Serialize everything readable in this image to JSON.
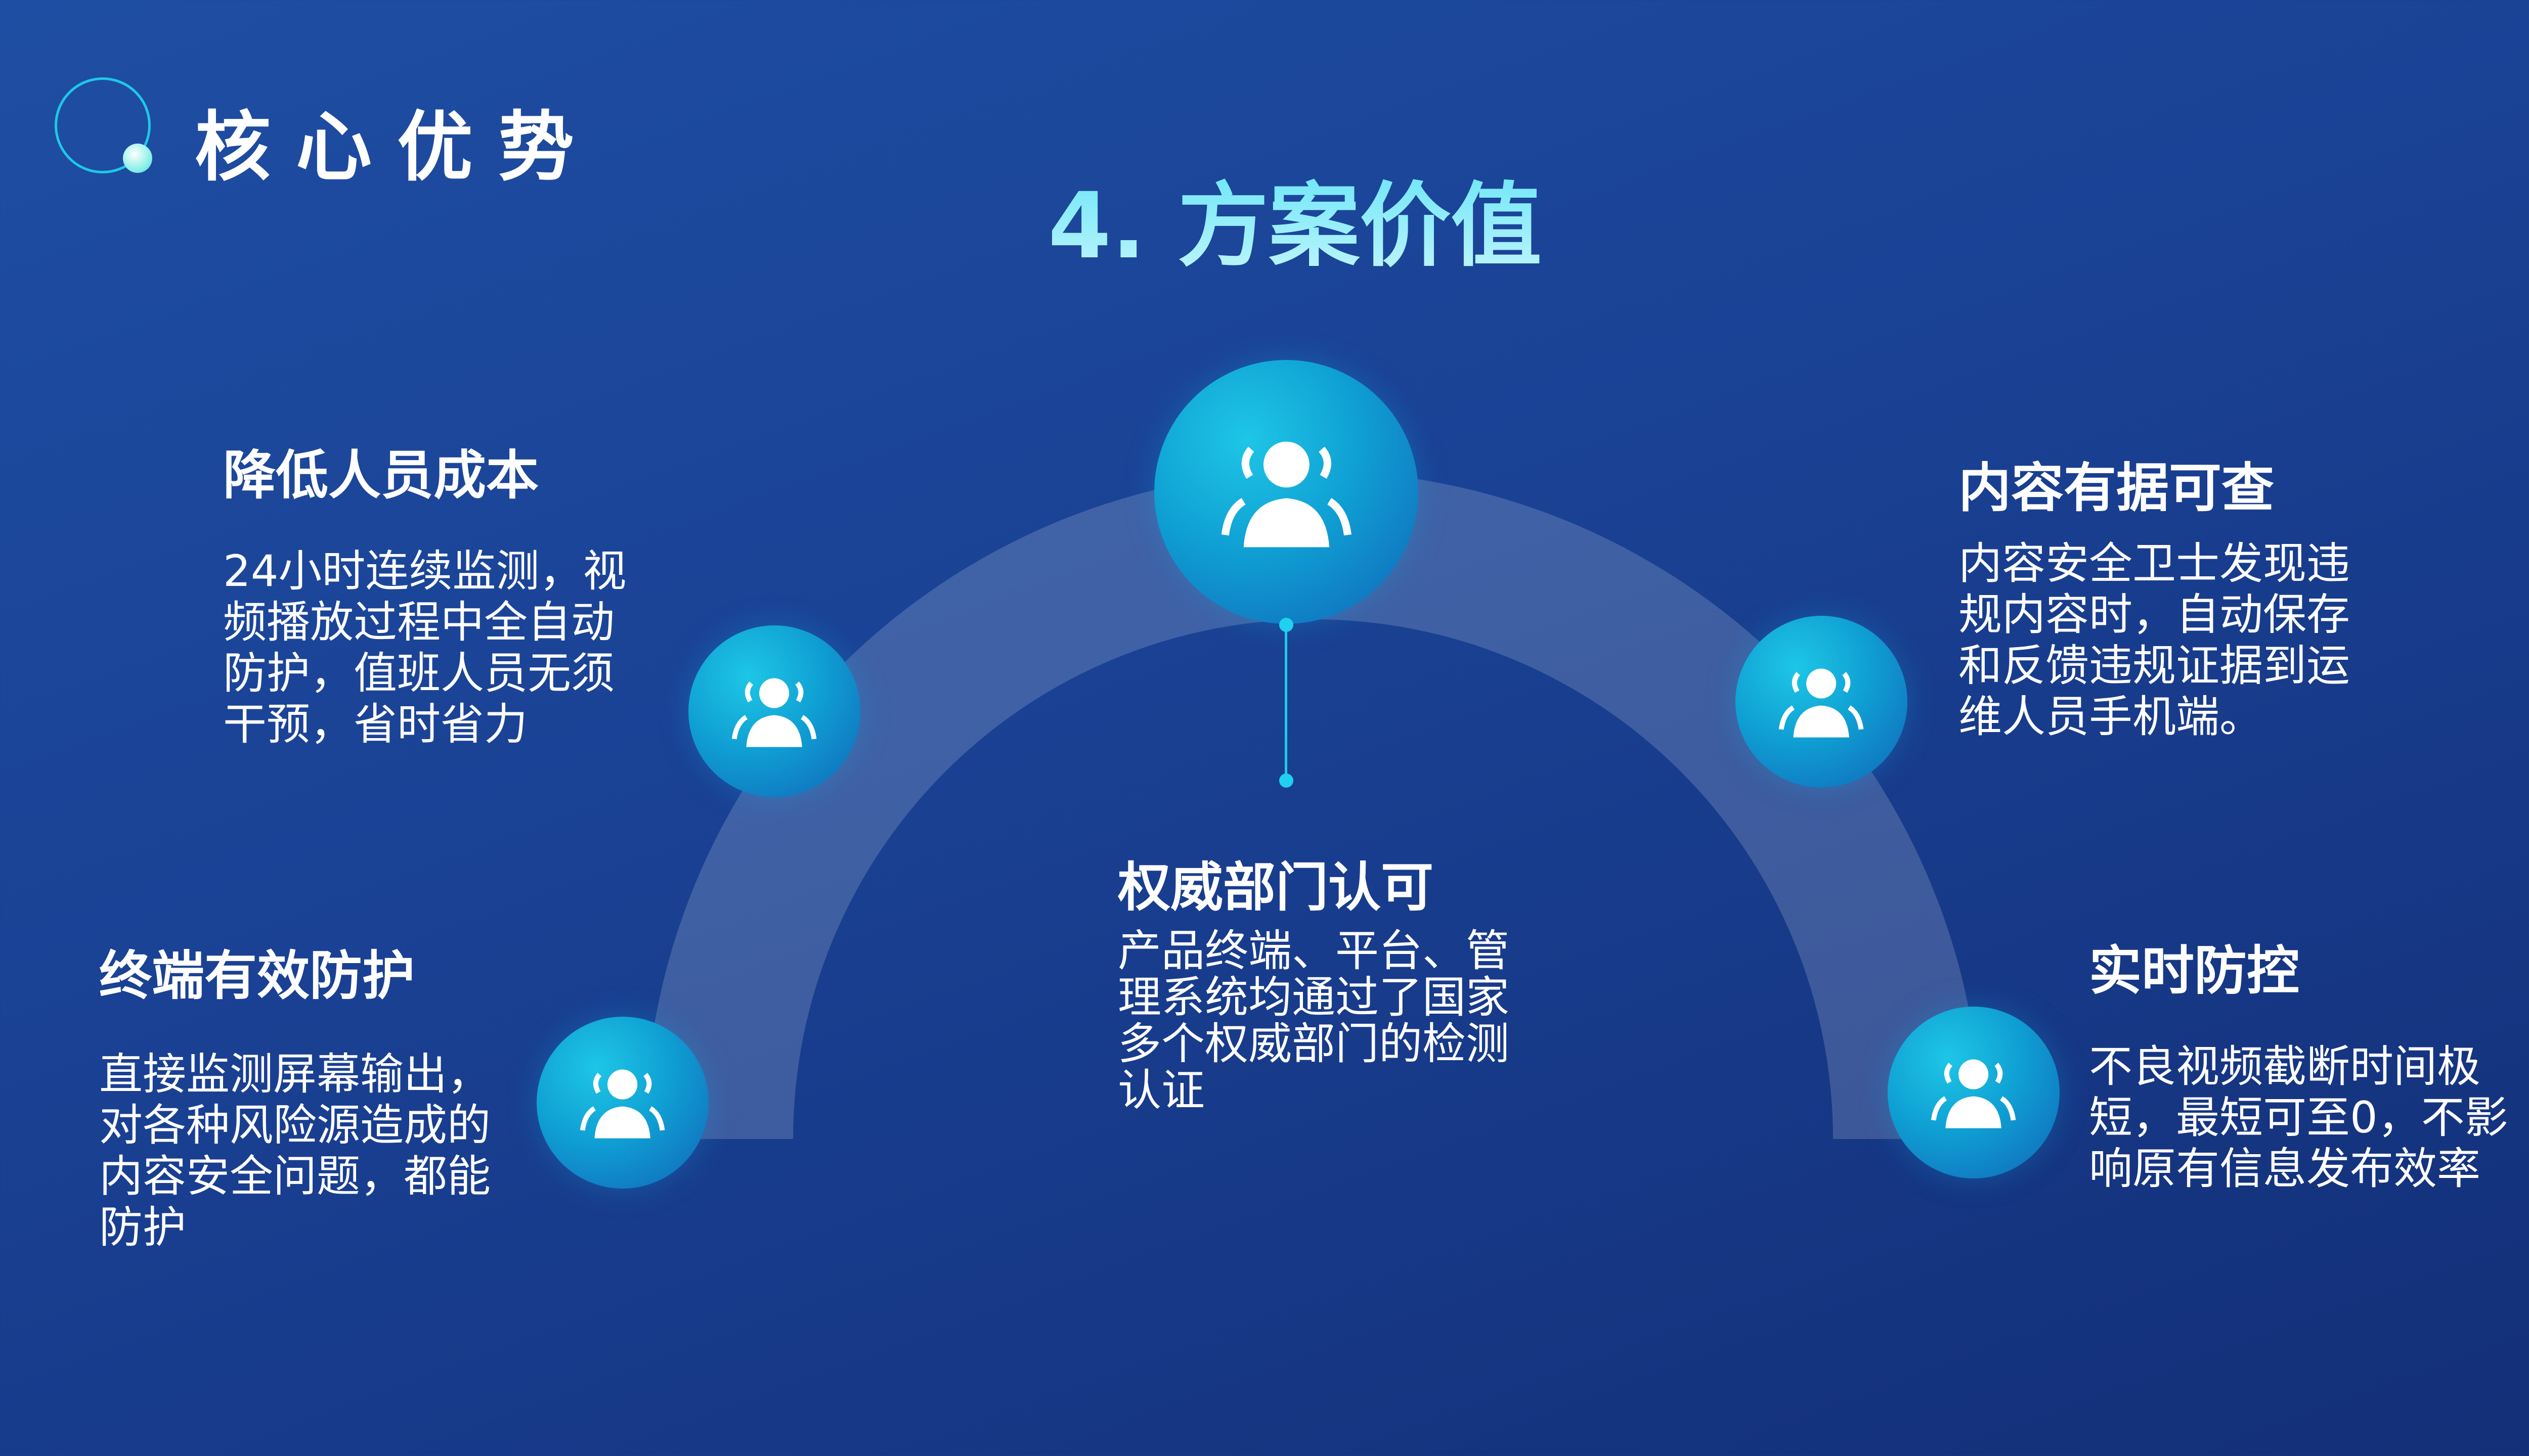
{
  "header": {
    "section_title": "核心优势",
    "page_title": "4. 方案价值"
  },
  "center": {
    "title": "权威部门认可",
    "body": "产品终端、平台、管理系统均通过了国家多个权威部门的检测认证",
    "icon": "users-icon"
  },
  "features": [
    {
      "title": "降低人员成本",
      "body": "24小时连续监测，视频播放过程中全自动防护，值班人员无须干预，省时省力",
      "icon": "users-icon"
    },
    {
      "title": "终端有效防护",
      "body": "直接监测屏幕输出，对各种风险源造成的内容安全问题，都能防护",
      "icon": "users-icon"
    },
    {
      "title": "内容有据可查",
      "body": "内容安全卫士发现违规内容时，自动保存和反馈违规证据到运维人员手机端。",
      "icon": "users-icon"
    },
    {
      "title": "实时防控",
      "body": "不良视频截断时间极短，最短可至0，不影响原有信息发布效率",
      "icon": "users-icon"
    }
  ],
  "colors": {
    "accent": "#20c8ea",
    "title_gradient": [
      "#5fe3f7",
      "#c4f6fc"
    ]
  }
}
